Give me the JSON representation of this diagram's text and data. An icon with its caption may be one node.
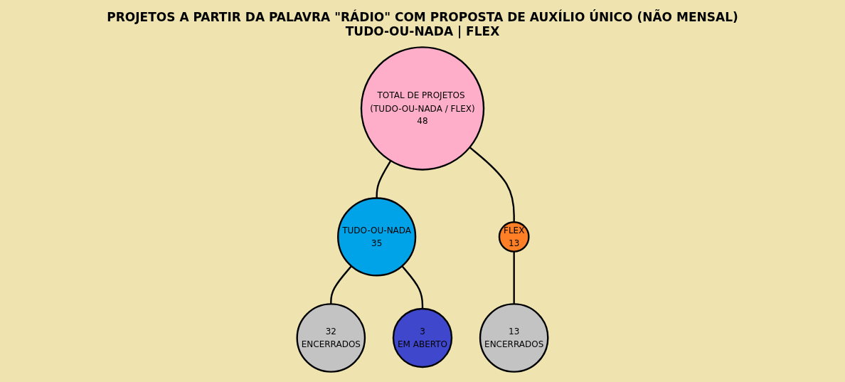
{
  "diagram": {
    "title": "PROJETOS A PARTIR DA PALAVRA \"RÁDIO\" COM PROPOSTA DE AUXÍLIO ÚNICO (NÃO MENSAL) TUDO-OU-NADA | FLEX",
    "nodes": [
      {
        "text": [
          "TOTAL DE PROJETOS (TUDO-OU-NADA / FLEX)",
          "48"
        ]
      },
      {
        "text": [
          "TUDO-OU-NADA",
          "35"
        ]
      },
      {
        "text": [
          "FLEX",
          "13"
        ]
      },
      {
        "text": [
          "32",
          "ENCERRADOS"
        ]
      },
      {
        "text": [
          "3",
          "EM ABERTO"
        ]
      },
      {
        "text": [
          "13",
          "ENCERRADOS"
        ]
      }
    ],
    "edges": [
      {
        "from": 0,
        "to": 1,
        "arrow": "none"
      },
      {
        "from": 0,
        "to": 2,
        "arrow": "none"
      },
      {
        "from": 1,
        "to": 3,
        "arrow": "none"
      },
      {
        "from": 1,
        "to": 4,
        "arrow": "none"
      },
      {
        "from": 2,
        "to": 5,
        "arrow": "none"
      }
    ]
  }
}
